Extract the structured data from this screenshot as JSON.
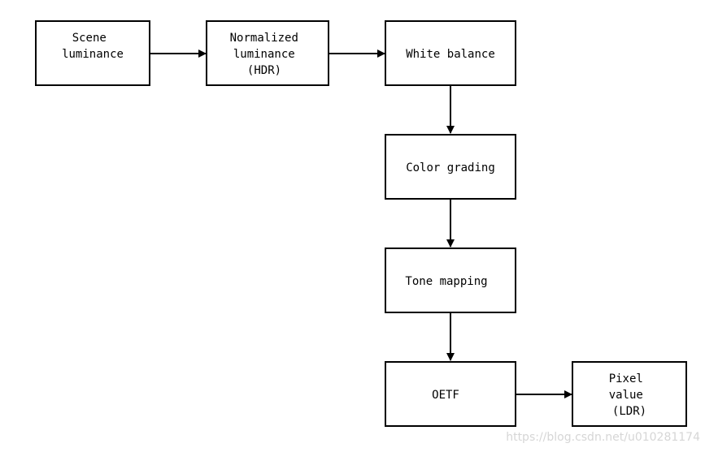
{
  "diagram": {
    "nodes": [
      {
        "id": "scene",
        "lines": [
          "Scene",
          "luminance"
        ]
      },
      {
        "id": "normalized",
        "lines": [
          "Normalized",
          "luminance",
          "(HDR)"
        ]
      },
      {
        "id": "white",
        "lines": [
          "White balance"
        ]
      },
      {
        "id": "color",
        "lines": [
          "Color grading"
        ]
      },
      {
        "id": "tone",
        "lines": [
          "Tone mapping"
        ]
      },
      {
        "id": "oetf",
        "lines": [
          "OETF"
        ]
      },
      {
        "id": "pixel",
        "lines": [
          "Pixel",
          "value",
          "(LDR)"
        ]
      }
    ],
    "edges": [
      {
        "from": "scene",
        "to": "normalized"
      },
      {
        "from": "normalized",
        "to": "white"
      },
      {
        "from": "white",
        "to": "color"
      },
      {
        "from": "color",
        "to": "tone"
      },
      {
        "from": "tone",
        "to": "oetf"
      },
      {
        "from": "oetf",
        "to": "pixel"
      }
    ]
  },
  "watermark": "https://blog.csdn.net/u010281174"
}
